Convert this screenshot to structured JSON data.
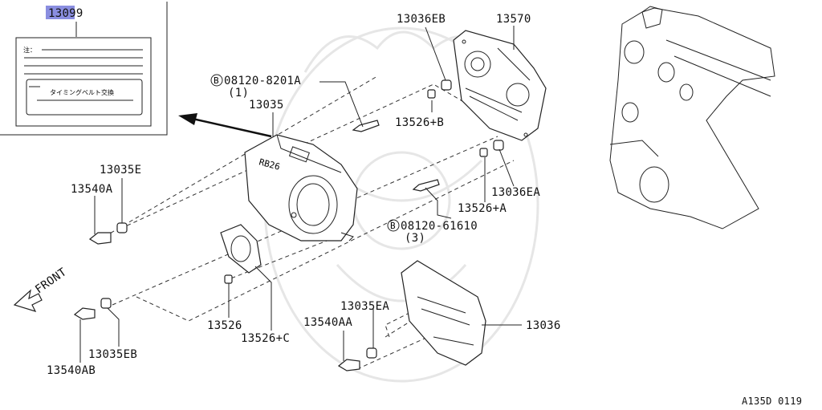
{
  "diagram": {
    "ref_code": "A135D 0119",
    "inset": {
      "tag": "13099",
      "tag_color": "#8a8ee0",
      "label_prefix": "注：",
      "label_text": "タイミングベルト交換"
    },
    "brand_mark": "RB26",
    "front_label": "FRONT",
    "parts": {
      "p13036EB": "13036EB",
      "p13570": "13570",
      "bolt_a": "08120-8201A",
      "bolt_a_qty": "(1)",
      "p13035": "13035",
      "p13526B": "13526+B",
      "p13035E": "13035E",
      "p13540A": "13540A",
      "p13036EA": "13036EA",
      "p13526A": "13526+A",
      "bolt_b": "08120-61610",
      "bolt_b_qty": "(3)",
      "p13035EA": "13035EA",
      "p13540AA": "13540AA",
      "p13036": "13036",
      "p13526": "13526",
      "p13526C": "13526+C",
      "p13035EB": "13035EB",
      "p13540AB": "13540AB"
    },
    "bolt_symbol": "B"
  }
}
